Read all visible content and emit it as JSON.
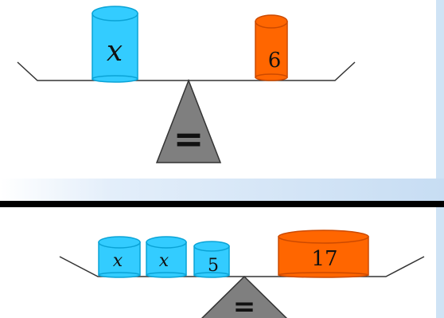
{
  "colors": {
    "blue_fill": "#33CCFF",
    "blue_dark": "#0AA3D6",
    "orange_fill": "#FF6600",
    "orange_dark": "#CC4A00",
    "fulcrum_fill": "#7F7F7F",
    "line": "#333333",
    "divider": "#000000",
    "band_light": "#E3EEFA",
    "band_mid": "#C7DDF3",
    "right_edge": "#CFE3F5"
  },
  "top_scale": {
    "left_pan": [
      "x"
    ],
    "right_pan": [
      "6"
    ],
    "fulcrum_symbol": "="
  },
  "bottom_scale": {
    "left_pan": [
      "x",
      "x",
      "5"
    ],
    "right_pan": [
      "17"
    ],
    "fulcrum_symbol": "="
  }
}
